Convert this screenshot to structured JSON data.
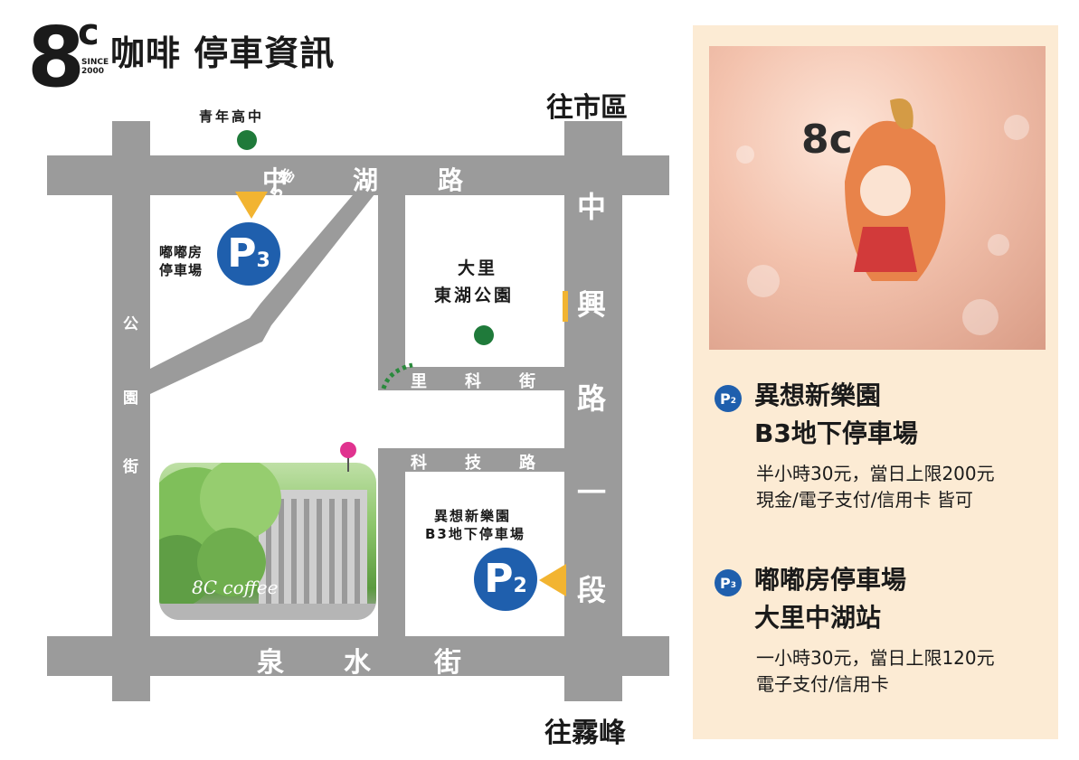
{
  "header": {
    "logo_main": "8",
    "logo_sup": "c",
    "logo_since": "SINCE 2000",
    "title": "咖啡 停車資訊"
  },
  "map": {
    "directions": {
      "top": "往市區",
      "bottom": "往霧峰"
    },
    "roads": {
      "zhonghu": [
        "中",
        "湖",
        "路"
      ],
      "zhongxing": [
        "中",
        "興",
        "路",
        "一",
        "段"
      ],
      "gongyuan": [
        "公",
        "園",
        "街"
      ],
      "quanshui": [
        "泉",
        "水",
        "街"
      ],
      "like": [
        "里",
        "科",
        "街"
      ],
      "keji": [
        "科",
        "技",
        "路"
      ],
      "lane": "中湖路85巷"
    },
    "landmarks": {
      "school": "青年高中",
      "park": [
        "大里",
        "東湖公園"
      ],
      "p3_name": [
        "嘟嘟房",
        "停車場"
      ],
      "p2_name": [
        "異想新樂園",
        "B3地下停車場"
      ]
    },
    "markers": {
      "p3_letter": "P",
      "p3_number": "3",
      "p2_letter": "P",
      "p2_number": "2"
    },
    "photo_caption": "8C coffee"
  },
  "panel": {
    "poster_logo": "8c",
    "p2": {
      "badge_letter": "P",
      "badge_number": "2",
      "title_line1": "異想新樂園",
      "title_line2": "B3地下停車場",
      "desc_line1": "半小時30元，當日上限200元",
      "desc_line2": "現金/電子支付/信用卡 皆可"
    },
    "p3": {
      "badge_letter": "P",
      "badge_number": "3",
      "title_line1": "嘟嘟房停車場",
      "title_line2": "大里中湖站",
      "desc_line1": "一小時30元，當日上限120元",
      "desc_line2": "電子支付/信用卡"
    }
  },
  "colors": {
    "road": "#9b9b9b",
    "parking_blue": "#1f5fad",
    "marker_yellow": "#f2b431",
    "park_green": "#1f7a3a",
    "panel_bg": "#fcebd4",
    "pin_pink": "#e0338f"
  }
}
